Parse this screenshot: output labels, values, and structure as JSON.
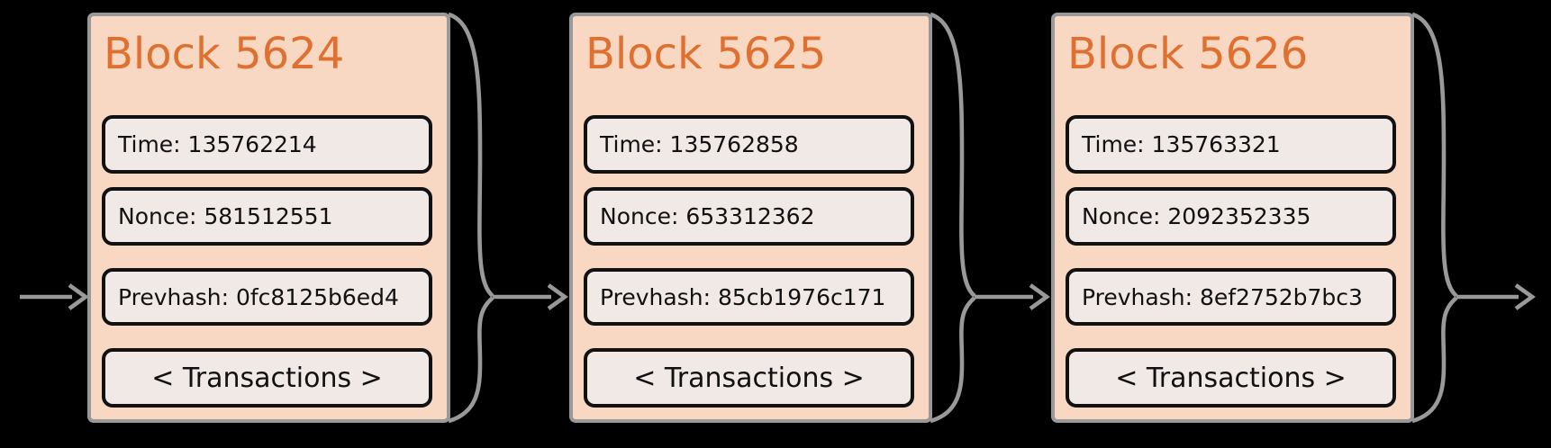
{
  "diagram": {
    "type": "blockchain-chain",
    "blocks": [
      {
        "title": "Block 5624",
        "time": "Time: 135762214",
        "nonce": "Nonce: 581512551",
        "prevhash": "Prevhash: 0fc8125b6ed4",
        "transactions": "< Transactions >"
      },
      {
        "title": "Block 5625",
        "time": "Time: 135762858",
        "nonce": "Nonce: 653312362",
        "prevhash": "Prevhash: 85cb1976c171",
        "transactions": "< Transactions >"
      },
      {
        "title": "Block 5626",
        "time": "Time: 135763321",
        "nonce": "Nonce: 2092352335",
        "prevhash": "Prevhash: 8ef2752b7bc3",
        "transactions": "< Transactions >"
      }
    ],
    "connectors": {
      "description": "gray brace from each block's right edge converging into an arrow that points at the next block's Prevhash field; one incoming arrow at far left, one outgoing arrow at far right",
      "count_braces": 3,
      "count_arrows": 4
    },
    "colors": {
      "background": "#000000",
      "block_fill": "#f8d8c3",
      "block_border": "#999999",
      "field_fill": "#f1e9e6",
      "field_border": "#111111",
      "title_text": "#e0702f",
      "field_text": "#111111",
      "connector": "#999999"
    }
  }
}
